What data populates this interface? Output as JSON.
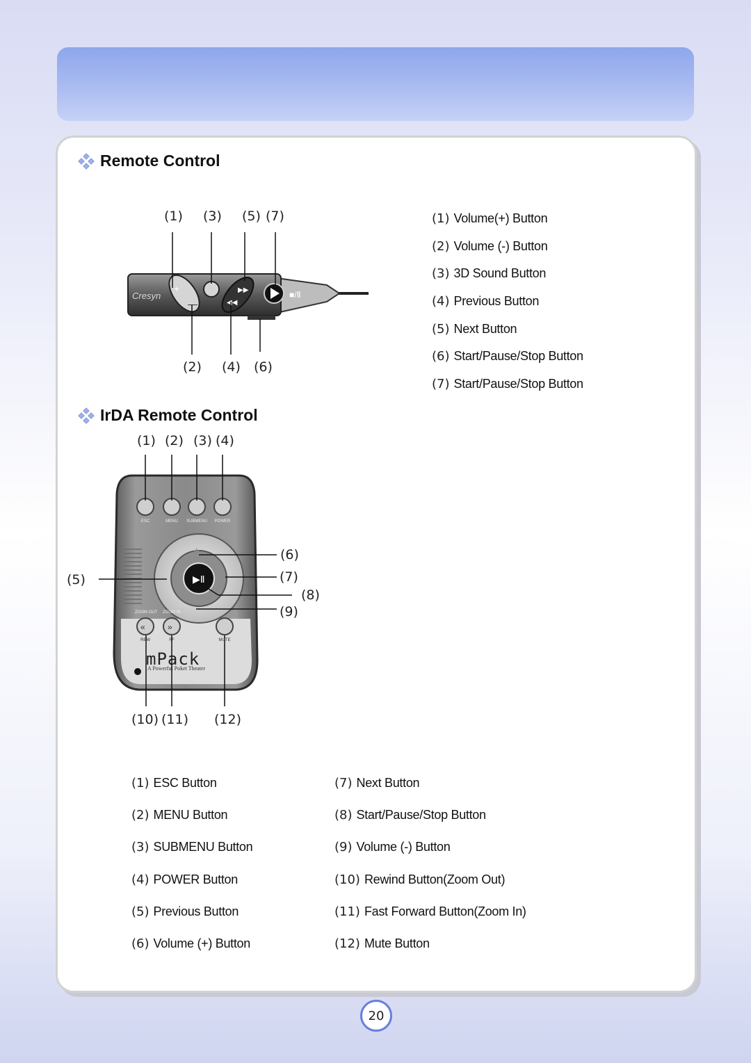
{
  "page": {
    "number": "20"
  },
  "remote": {
    "title": "Remote Control",
    "brand": "Cresyn",
    "top_labels": [
      "(1)",
      "(3)",
      "(5)",
      "(7)"
    ],
    "bottom_labels": [
      "(2)",
      "(4)",
      "(6)"
    ],
    "legend": [
      {
        "num": "(1)",
        "text": "Volume(+) Button"
      },
      {
        "num": "(2)",
        "text": "Volume (-) Button"
      },
      {
        "num": "(3)",
        "text": "3D Sound Button"
      },
      {
        "num": "(4)",
        "text": "Previous Button"
      },
      {
        "num": "(5)",
        "text": "Next Button"
      },
      {
        "num": "(6)",
        "text": "Start/Pause/Stop Button"
      },
      {
        "num": "(7)",
        "text": "Start/Pause/Stop Button"
      }
    ]
  },
  "irda": {
    "title": "IrDA Remote Control",
    "brand": "mPack",
    "tagline": "A Powerful Poket Theater",
    "top_labels": [
      "(1)",
      "(2)",
      "(3)",
      "(4)"
    ],
    "side_labels": [
      "(5)",
      "(6)",
      "(7)",
      "(8)",
      "(9)"
    ],
    "bottom_labels": [
      "(10)",
      "(11)",
      "(12)"
    ],
    "button_captions": [
      "ESC",
      "MENU",
      "SUBMENU",
      "POWER",
      "ZOOM OUT",
      "ZOOM IN",
      "REW",
      "FF",
      "MUTE"
    ],
    "legend_left": [
      {
        "num": "(1)",
        "text": "ESC Button"
      },
      {
        "num": "(2)",
        "text": "MENU Button"
      },
      {
        "num": "(3)",
        "text": "SUBMENU Button"
      },
      {
        "num": "(4)",
        "text": "POWER Button"
      },
      {
        "num": "(5)",
        "text": "Previous Button"
      },
      {
        "num": "(6)",
        "text": "Volume (+) Button"
      }
    ],
    "legend_right": [
      {
        "num": "(7)",
        "text": "Next Button"
      },
      {
        "num": "(8)",
        "text": "Start/Pause/Stop Button"
      },
      {
        "num": "(9)",
        "text": "Volume (-) Button"
      },
      {
        "num": "(10)",
        "text": "Rewind Button(Zoom Out)"
      },
      {
        "num": "(11)",
        "text": "Fast Forward Button(Zoom In)"
      },
      {
        "num": "(12)",
        "text": "Mute Button"
      }
    ]
  }
}
